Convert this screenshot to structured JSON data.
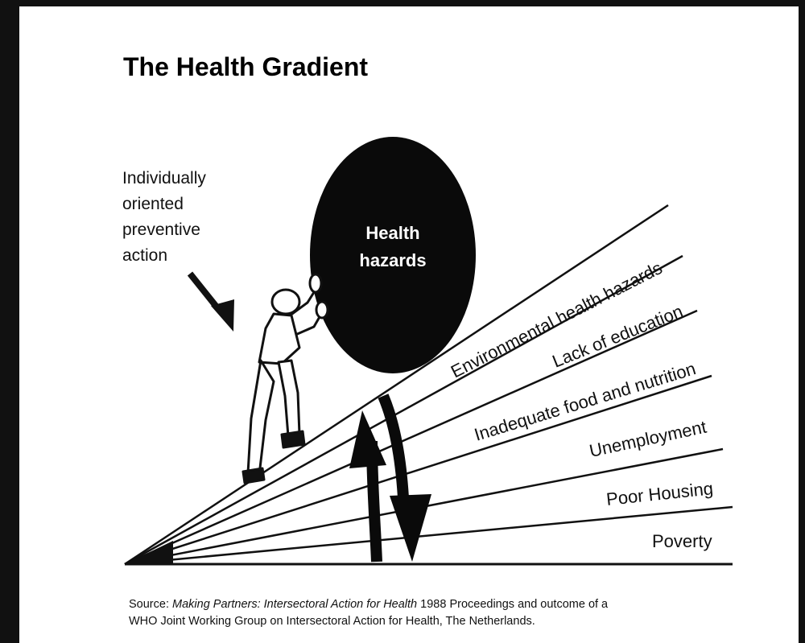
{
  "title": "The Health Gradient",
  "side_label": [
    "Individually",
    "oriented",
    "preventive",
    "action"
  ],
  "ball_label": [
    "Health",
    "hazards"
  ],
  "gradient_labels": [
    "Environmental health hazards",
    "Lack of education",
    "Inadequate food and nutrition",
    "Unemployment",
    "Poor Housing",
    "Poverty"
  ],
  "source": {
    "prefix": "Source:",
    "title": "Making Partners: Intersectoral Action for Health",
    "line1_rest": "1988 Proceedings and outcome of a",
    "line2": "WHO Joint Working Group on Intersectoral Action for Health, The Netherlands."
  }
}
